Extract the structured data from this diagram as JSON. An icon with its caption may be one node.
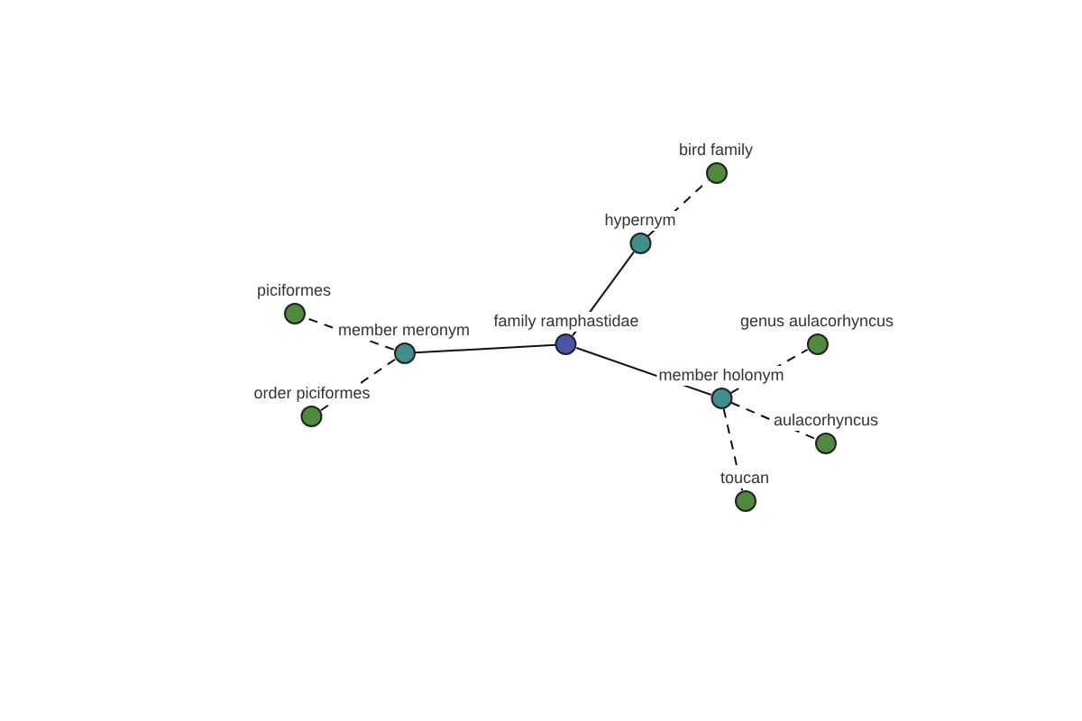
{
  "diagram": {
    "nodes": [
      {
        "text": [
          "family ramphastidae"
        ]
      },
      {
        "text": [
          "hypernym"
        ]
      },
      {
        "text": [
          "bird family"
        ]
      },
      {
        "text": [
          "member meronym"
        ]
      },
      {
        "text": [
          "piciformes"
        ]
      },
      {
        "text": [
          "order piciformes"
        ]
      },
      {
        "text": [
          "member holonym"
        ]
      },
      {
        "text": [
          "genus aulacorhyncus"
        ]
      },
      {
        "text": [
          "aulacorhyncus"
        ]
      },
      {
        "text": [
          "toucan"
        ]
      }
    ],
    "edges": [
      {
        "from": 0,
        "to": 1,
        "arrow": "none"
      },
      {
        "from": 1,
        "to": 2,
        "arrow": "none",
        "style": "dashed"
      },
      {
        "from": 0,
        "to": 3,
        "arrow": "none"
      },
      {
        "from": 3,
        "to": 4,
        "arrow": "none",
        "style": "dashed"
      },
      {
        "from": 3,
        "to": 5,
        "arrow": "none",
        "style": "dashed"
      },
      {
        "from": 0,
        "to": 6,
        "arrow": "none"
      },
      {
        "from": 6,
        "to": 7,
        "arrow": "none",
        "style": "dashed"
      },
      {
        "from": 6,
        "to": 8,
        "arrow": "none",
        "style": "dashed"
      },
      {
        "from": 6,
        "to": 9,
        "arrow": "none",
        "style": "dashed"
      }
    ]
  }
}
